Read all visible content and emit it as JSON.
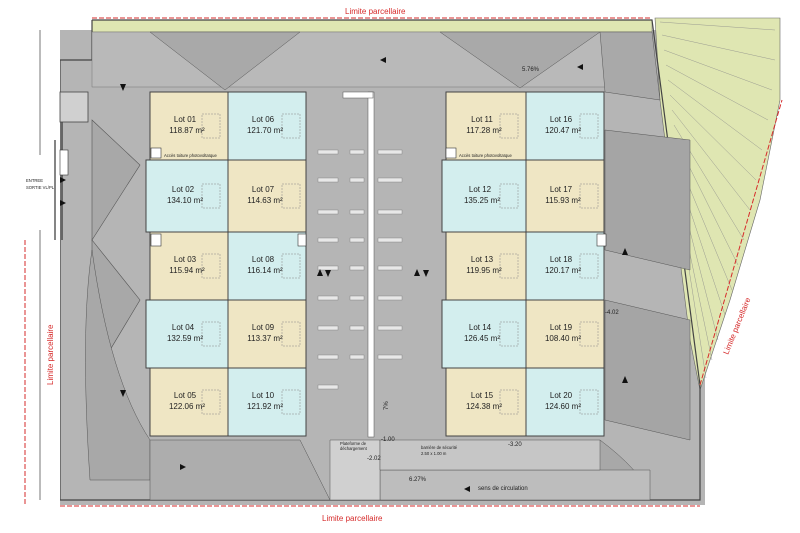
{
  "boundary_labels": {
    "top": "Limite parcellaire",
    "bottom": "Limite parcellaire",
    "left": "Limite parcellaire",
    "right": "Limite parcellaire"
  },
  "entrance_label_1": "ENTREE",
  "entrance_label_2": "SORTIE VL/PL",
  "photovoltaic_access_1": "Accès toiture photovoltaïque",
  "photovoltaic_access_2": "Accès toiture photovoltaïque",
  "slope_labels": {
    "top": "5.76%",
    "bottom": "6.27%",
    "ramp": "7%"
  },
  "elevations": [
    "-1.00",
    "-2.02",
    "-3.20",
    "-4.02"
  ],
  "platform_label_1": "Plateforme de",
  "platform_label_2": "déchargement",
  "barrier_label_1": "barrière de sécurité",
  "barrier_label_2": "2.50 x 1.00 m",
  "circulation_label": "sens de circulation",
  "lots": [
    {
      "name": "Lot 01",
      "area": "118.87 m²",
      "color": "#efe6c4"
    },
    {
      "name": "Lot 06",
      "area": "121.70 m²",
      "color": "#d3eeee"
    },
    {
      "name": "Lot 02",
      "area": "134.10 m²",
      "color": "#d3eeee"
    },
    {
      "name": "Lot 07",
      "area": "114.63 m²",
      "color": "#efe6c4"
    },
    {
      "name": "Lot 03",
      "area": "115.94 m²",
      "color": "#efe6c4"
    },
    {
      "name": "Lot 08",
      "area": "116.14 m²",
      "color": "#d3eeee"
    },
    {
      "name": "Lot 04",
      "area": "132.59 m²",
      "color": "#d3eeee"
    },
    {
      "name": "Lot 09",
      "area": "113.37 m²",
      "color": "#efe6c4"
    },
    {
      "name": "Lot 05",
      "area": "122.06 m²",
      "color": "#efe6c4"
    },
    {
      "name": "Lot 10",
      "area": "121.92 m²",
      "color": "#d3eeee"
    },
    {
      "name": "Lot 11",
      "area": "117.28 m²",
      "color": "#efe6c4"
    },
    {
      "name": "Lot 16",
      "area": "120.47 m²",
      "color": "#d3eeee"
    },
    {
      "name": "Lot 12",
      "area": "135.25 m²",
      "color": "#d3eeee"
    },
    {
      "name": "Lot 17",
      "area": "115.93 m²",
      "color": "#efe6c4"
    },
    {
      "name": "Lot 13",
      "area": "119.95 m²",
      "color": "#efe6c4"
    },
    {
      "name": "Lot 18",
      "area": "120.17 m²",
      "color": "#d3eeee"
    },
    {
      "name": "Lot 14",
      "area": "126.45 m²",
      "color": "#d3eeee"
    },
    {
      "name": "Lot 19",
      "area": "108.40 m²",
      "color": "#efe6c4"
    },
    {
      "name": "Lot 15",
      "area": "124.38 m²",
      "color": "#efe6c4"
    },
    {
      "name": "Lot 20",
      "area": "124.60 m²",
      "color": "#d3eeee"
    }
  ],
  "colors": {
    "asphalt": "#b5b5b5",
    "green_space": "#dfe6b2",
    "boundary_line": "#d62b2b",
    "wall": "#444444"
  }
}
